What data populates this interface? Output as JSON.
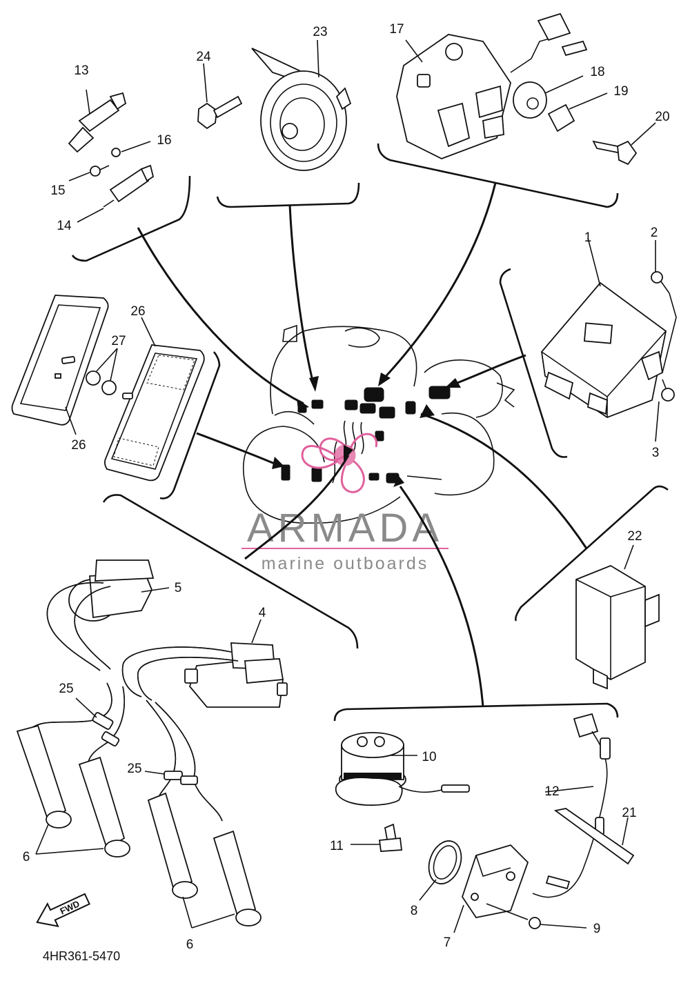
{
  "diagram": {
    "callouts": [
      {
        "id": "c1",
        "text": "1"
      },
      {
        "id": "c2",
        "text": "2"
      },
      {
        "id": "c3",
        "text": "3"
      },
      {
        "id": "c4",
        "text": "4"
      },
      {
        "id": "c5",
        "text": "5"
      },
      {
        "id": "c6a",
        "text": "6"
      },
      {
        "id": "c6b",
        "text": "6"
      },
      {
        "id": "c7",
        "text": "7"
      },
      {
        "id": "c8",
        "text": "8"
      },
      {
        "id": "c9",
        "text": "9"
      },
      {
        "id": "c10",
        "text": "10"
      },
      {
        "id": "c11",
        "text": "11"
      },
      {
        "id": "c12",
        "text": "12"
      },
      {
        "id": "c13",
        "text": "13"
      },
      {
        "id": "c14",
        "text": "14"
      },
      {
        "id": "c15",
        "text": "15"
      },
      {
        "id": "c16",
        "text": "16"
      },
      {
        "id": "c17",
        "text": "17"
      },
      {
        "id": "c18",
        "text": "18"
      },
      {
        "id": "c19",
        "text": "19"
      },
      {
        "id": "c20",
        "text": "20"
      },
      {
        "id": "c21",
        "text": "21"
      },
      {
        "id": "c22",
        "text": "22"
      },
      {
        "id": "c23",
        "text": "23"
      },
      {
        "id": "c24",
        "text": "24"
      },
      {
        "id": "c25a",
        "text": "25"
      },
      {
        "id": "c25b",
        "text": "25"
      },
      {
        "id": "c26a",
        "text": "26"
      },
      {
        "id": "c26b",
        "text": "26"
      },
      {
        "id": "c27",
        "text": "27"
      }
    ],
    "diagram_code": "4HR361-5470",
    "fwd_label": "FWD"
  },
  "watermark": {
    "brand": "ARMADA",
    "tagline": "marine outboards",
    "color_pink": "#e0609c",
    "color_gray": "#8a8a8a"
  }
}
